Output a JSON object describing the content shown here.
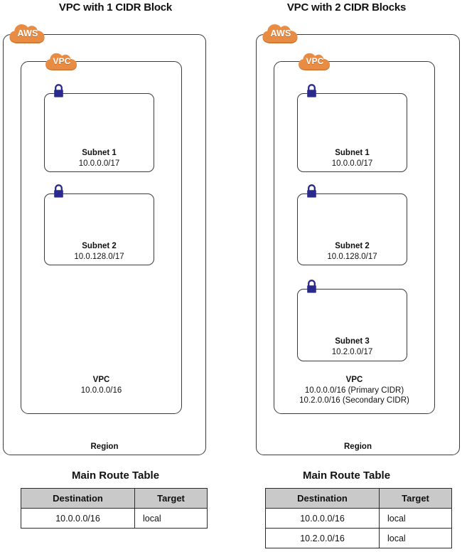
{
  "colors": {
    "cloud_orange": "#E88B43",
    "cloud_orange_dark": "#C9722F",
    "lock_navy": "#2A2A8C",
    "box_stroke": "#3A3A3A",
    "table_header_bg": "#C9C9C9",
    "text": "#111111"
  },
  "panels": [
    {
      "title": "VPC with 1 CIDR Block",
      "aws_cloud_label": "AWS",
      "vpc_cloud_label": "VPC",
      "region_label": "Region",
      "vpc": {
        "title": "VPC",
        "cidrs": [
          "10.0.0.0/16"
        ]
      },
      "subnets": [
        {
          "title": "Subnet 1",
          "cidr": "10.0.0.0/17"
        },
        {
          "title": "Subnet 2",
          "cidr": "10.0.128.0/17"
        }
      ],
      "route_table": {
        "title": "Main Route Table",
        "columns": [
          "Destination",
          "Target"
        ],
        "rows": [
          {
            "destination": "10.0.0.0/16",
            "target": "local"
          }
        ]
      }
    },
    {
      "title": "VPC with 2 CIDR Blocks",
      "aws_cloud_label": "AWS",
      "vpc_cloud_label": "VPC",
      "region_label": "Region",
      "vpc": {
        "title": "VPC",
        "cidrs": [
          "10.0.0.0/16 (Primary CIDR)",
          "10.2.0.0/16 (Secondary CIDR)"
        ]
      },
      "subnets": [
        {
          "title": "Subnet 1",
          "cidr": "10.0.0.0/17"
        },
        {
          "title": "Subnet 2",
          "cidr": "10.0.128.0/17"
        },
        {
          "title": "Subnet 3",
          "cidr": "10.2.0.0/17"
        }
      ],
      "route_table": {
        "title": "Main Route Table",
        "columns": [
          "Destination",
          "Target"
        ],
        "rows": [
          {
            "destination": "10.0.0.0/16",
            "target": "local"
          },
          {
            "destination": "10.2.0.0/16",
            "target": "local"
          }
        ]
      }
    }
  ]
}
